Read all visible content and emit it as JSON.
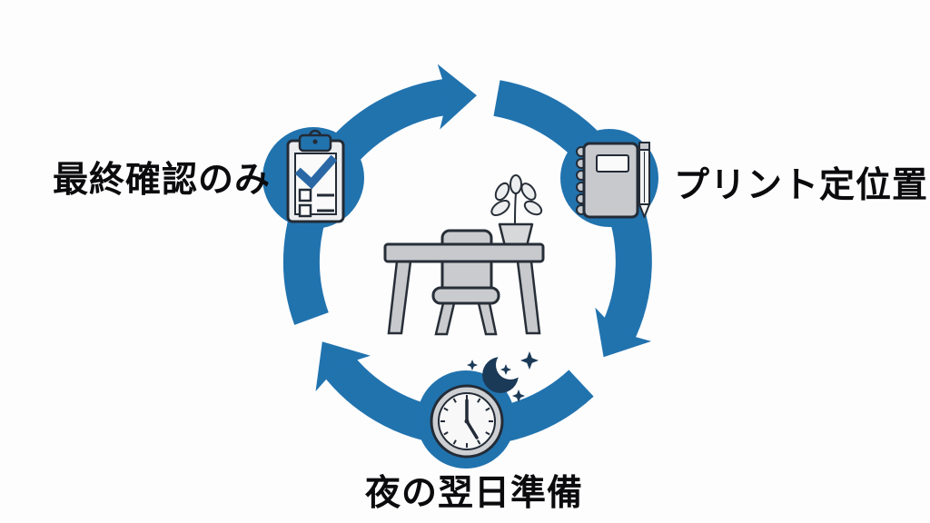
{
  "colors": {
    "accent": "#2173AE",
    "outline": "#232B36",
    "navy": "#1B3A58",
    "gray": "#C7C9CD",
    "light": "#ECEDEF",
    "paper": "#FAFAFA",
    "text": "#0B0B0D",
    "background": "#FDFDFE"
  },
  "diagram": {
    "type": "cycle",
    "direction": "clockwise",
    "steps": [
      {
        "label": "最終確認のみ",
        "icon": "clipboard-checklist-icon",
        "position": "upper-left"
      },
      {
        "label": "プリント定位置",
        "icon": "notebook-pencil-icon",
        "position": "upper-right"
      },
      {
        "label": "夜の翌日準備",
        "icon": "night-clock-icon",
        "position": "bottom"
      }
    ],
    "center_illustration": "study-desk-chair-plant"
  }
}
